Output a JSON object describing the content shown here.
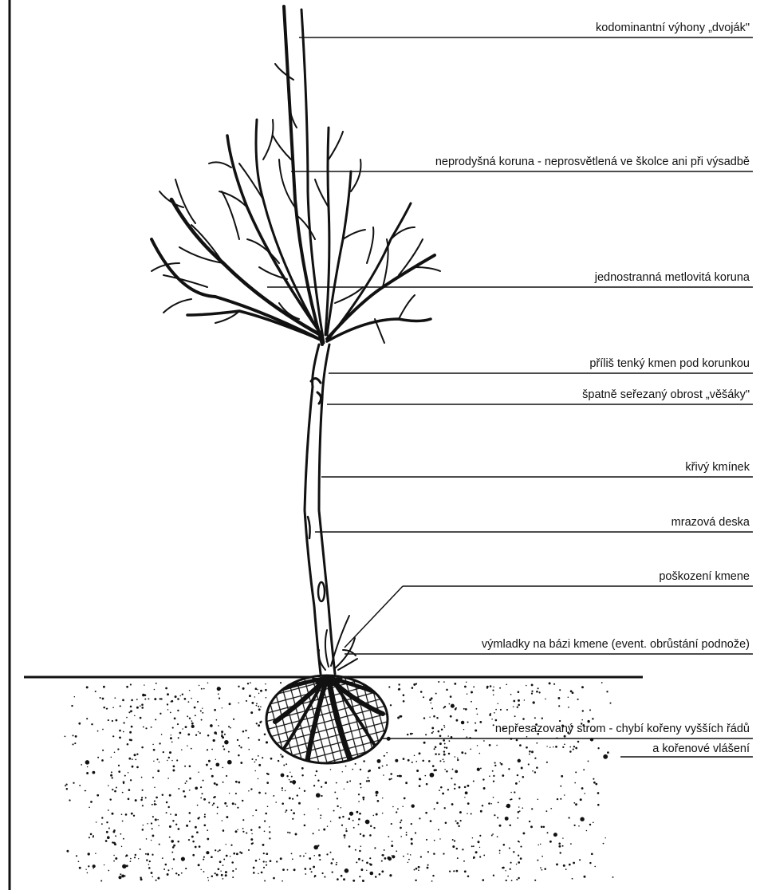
{
  "diagram": {
    "labels": [
      {
        "id": "codominant",
        "text": "kodominantní výhony „dvoják\""
      },
      {
        "id": "dense-crown",
        "text": "neprodyšná koruna - neprosvětlená ve školce ani při výsadbě"
      },
      {
        "id": "onesided-crown",
        "text": "jednostranná metlovitá koruna"
      },
      {
        "id": "thin-trunk",
        "text": "příliš tenký kmen pod korunkou"
      },
      {
        "id": "bad-cut",
        "text": "špatně seřezaný obrost „věšáky\""
      },
      {
        "id": "crooked",
        "text": "křivý kmínek"
      },
      {
        "id": "frost-crack",
        "text": "mrazová deska"
      },
      {
        "id": "trunk-damage",
        "text": "poškození kmene"
      },
      {
        "id": "suckers",
        "text": "výmladky na bázi kmene (event. obrůstání podnože)"
      },
      {
        "id": "roots-1",
        "text": "nepřesazovaný strom - chybí kořeny vyšších řádů"
      },
      {
        "id": "roots-2",
        "text": "a kořenové vlášení"
      }
    ]
  }
}
